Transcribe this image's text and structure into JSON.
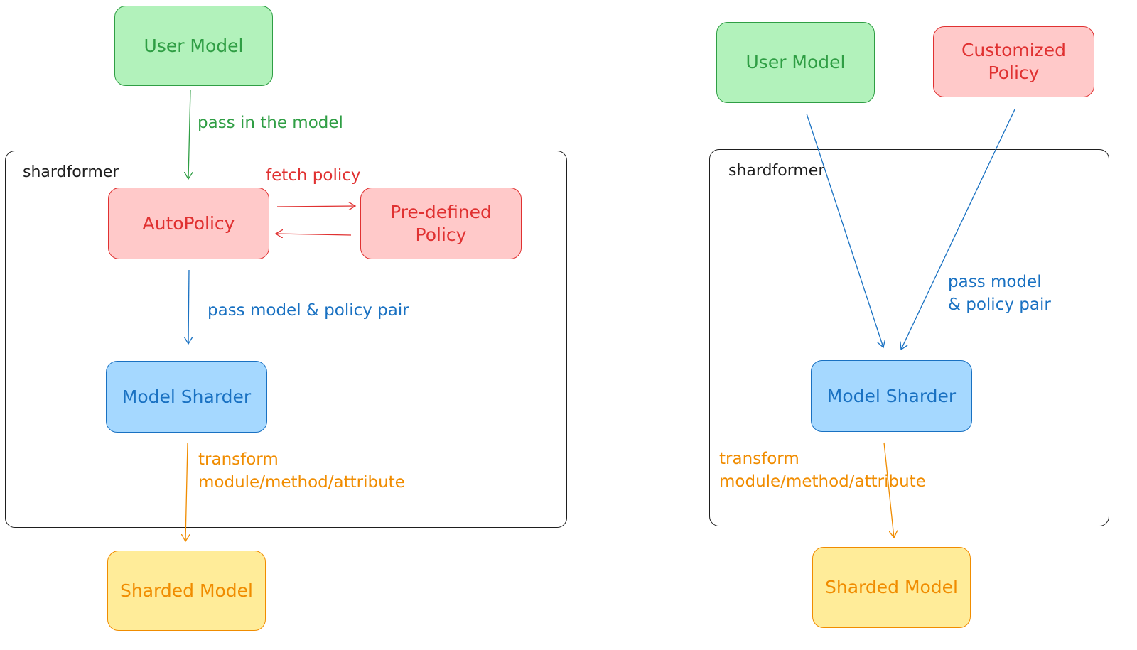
{
  "left": {
    "container_label": "shardformer",
    "user_model": "User Model",
    "auto_policy": "AutoPolicy",
    "predefined_policy": "Pre-defined\nPolicy",
    "model_sharder": "Model Sharder",
    "sharded_model": "Sharded Model",
    "edge_pass_in": "pass in the model",
    "edge_fetch": "fetch policy",
    "edge_pass_pair": "pass model & policy pair",
    "edge_transform": "transform\nmodule/method/attribute"
  },
  "right": {
    "container_label": "shardformer",
    "user_model": "User Model",
    "customized_policy": "Customized\nPolicy",
    "model_sharder": "Model Sharder",
    "sharded_model": "Sharded Model",
    "edge_pass_pair": "pass model\n& policy pair",
    "edge_transform": "transform\nmodule/method/attribute"
  },
  "colors": {
    "green": "#2f9e44",
    "red": "#e03131",
    "blue": "#1971c2",
    "orange": "#f08c00"
  }
}
